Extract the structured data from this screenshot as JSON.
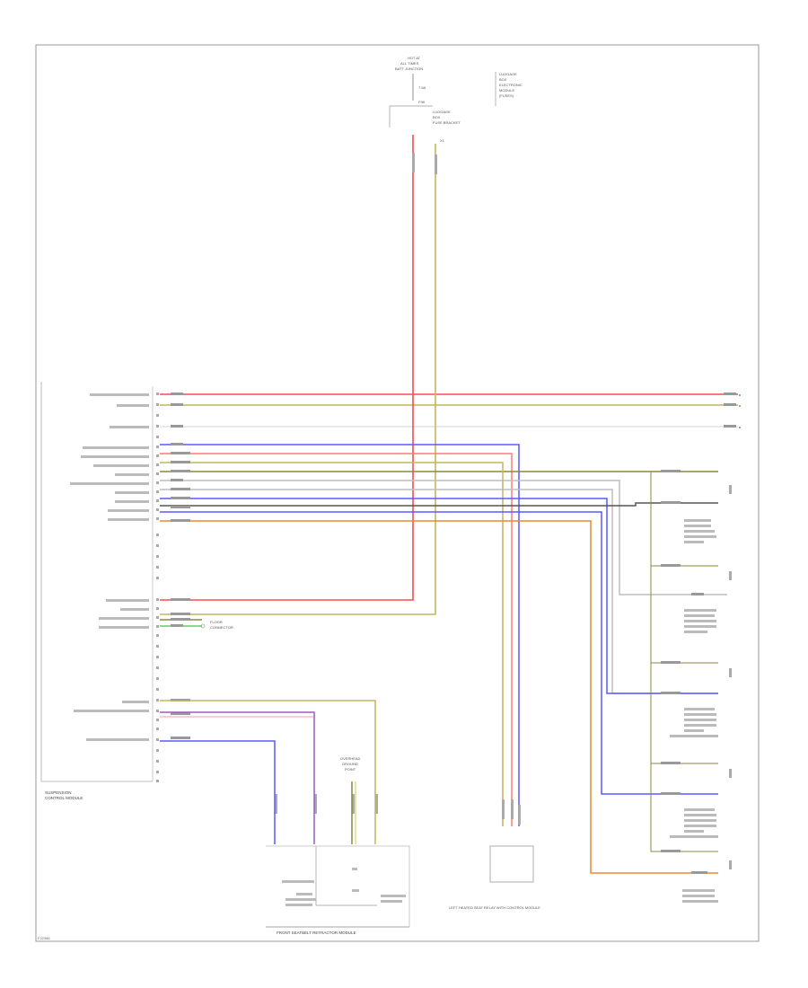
{
  "diagram": {
    "figure_code": "F22366",
    "bottom_module_label": "FRONT SEATBELT RETRACTOR MODULE",
    "center_module_label": "LEFT HEATED SEAT RELAY WITH CONTROL MODULE",
    "center_module_label_2": "",
    "left_module_label_1": "SUSPENSION",
    "left_module_label_2": "CONTROL MODULE",
    "wire_colors": {
      "red": "#ff4a4a",
      "yellow": "#c8b45a",
      "olive": "#8a8a3c",
      "blue": "#5a5aff",
      "violet": "#9a5ac8",
      "pink": "#ff6e6e",
      "orange": "#e88a2e",
      "grey": "#bdbdbd",
      "green": "#6ac86a",
      "black": "#3c3c3c"
    }
  }
}
